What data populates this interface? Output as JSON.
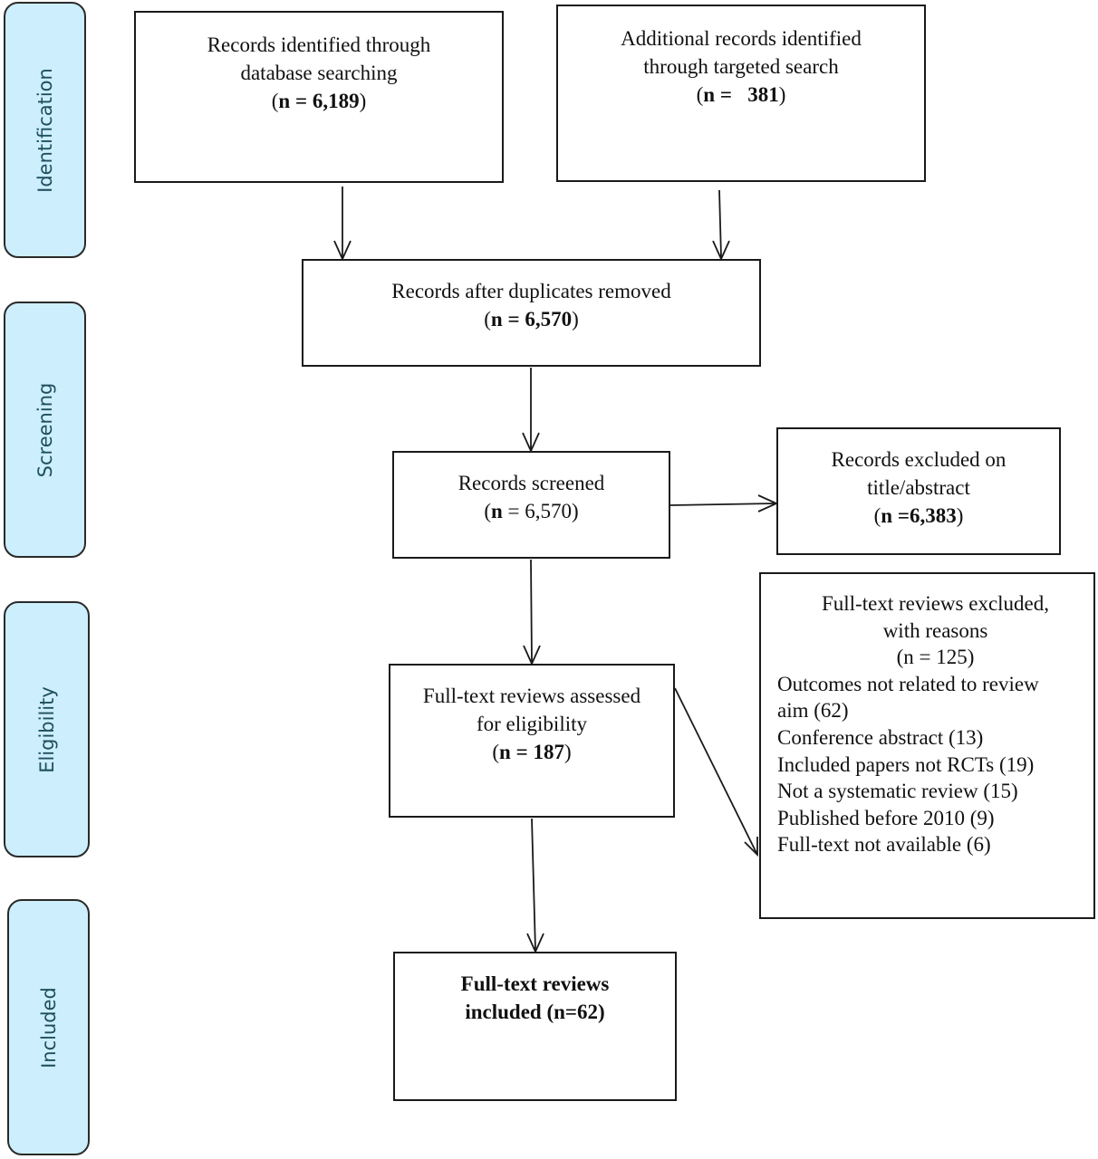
{
  "stages": {
    "identification": "Identification",
    "screening": "Screening",
    "eligibility": "Eligibility",
    "included": "Included"
  },
  "boxes": {
    "database": {
      "line1": "Records identified through",
      "line2": "database searching",
      "count_open": "(",
      "count_bold": "n = 6,189",
      "count_close": ")"
    },
    "targeted": {
      "line1": "Additional records identified",
      "line2": "through targeted search",
      "count_open": "(",
      "count_bold": "n =   381",
      "count_close": ")"
    },
    "duplicates": {
      "line1": "Records after duplicates removed",
      "count_open": "(",
      "count_bold": "n = 6,570",
      "count_close": ")"
    },
    "screened": {
      "line1": "Records screened",
      "count_open": "(",
      "count_bold": "n",
      "count_rest": " = 6,570",
      "count_close": ")"
    },
    "excluded_title": {
      "line1": "Records excluded on",
      "line2": "title/abstract",
      "count_open": "(",
      "count_bold": "n =6,383",
      "count_close": ")"
    },
    "fulltext_assessed": {
      "line1": "Full-text reviews assessed",
      "line2": "for eligibility",
      "count_open": "(",
      "count_bold": "n = 187",
      "count_close": ")"
    },
    "fulltext_excluded": {
      "line1": "Full-text reviews excluded,",
      "line2": "with reasons",
      "line3": "(n = 125)",
      "reasons": [
        "Outcomes not related to review",
        "aim (62)",
        "Conference abstract (13)",
        "Included papers not RCTs (19)",
        "Not a systematic review (15)",
        "Published before 2010 (9)",
        "Full-text not available (6)"
      ]
    },
    "included": {
      "line1": "Full-text reviews",
      "line2": "included (n=62)"
    }
  }
}
